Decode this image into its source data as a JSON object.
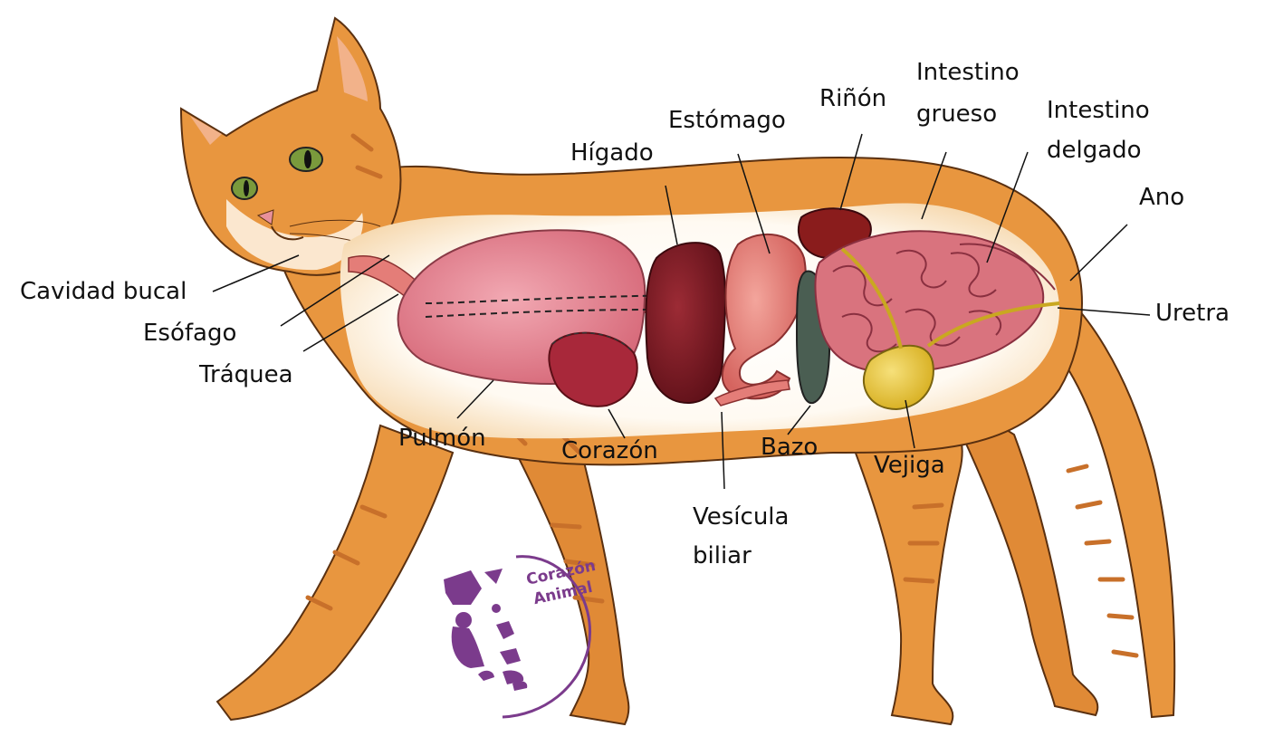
{
  "labels": {
    "cavidad_bucal": "Cavidad bucal",
    "esofago": "Esófago",
    "traquea": "Tráquea",
    "pulmon": "Pulmón",
    "corazon": "Corazón",
    "higado": "Hígado",
    "estomago": "Estómago",
    "vesicula_line1": "Vesícula",
    "vesicula_line2": "biliar",
    "bazo": "Bazo",
    "rinon": "Riñón",
    "intestino_grueso_line1": "Intestino",
    "intestino_grueso_line2": "grueso",
    "intestino_delgado_line1": "Intestino",
    "intestino_delgado_line2": "delgado",
    "ano": "Ano",
    "uretra": "Uretra",
    "vejiga": "Vejiga"
  },
  "logo": {
    "line1": "Corazón",
    "line2": "Animal"
  },
  "colors": {
    "fur": "#e8963f",
    "fur_stripe": "#c8702a",
    "body_cavity": "#fff3e0",
    "lung": "#e88a96",
    "liver": "#7a1a22",
    "stomach": "#e47d78",
    "kidney": "#8a1c1c",
    "intestine": "#d9737e",
    "spleen": "#4a5e52",
    "bladder": "#e8c93a",
    "heart": "#a8283a",
    "logo": "#7b3b8c"
  }
}
